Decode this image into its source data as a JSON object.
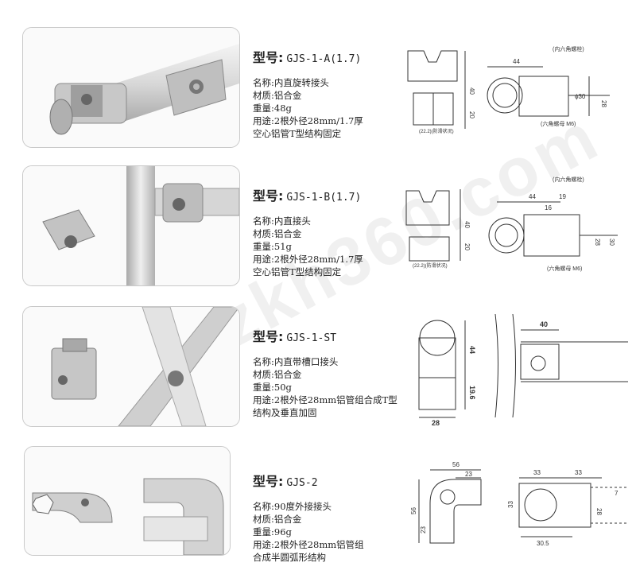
{
  "watermark": "zkh360.com",
  "products": [
    {
      "model_label": "型号:",
      "model": "GJS-1-A(1.7)",
      "name_key": "名称:",
      "name": "内直旋转接头",
      "material_key": "材质:",
      "material": "铝合金",
      "weight_key": "重量:",
      "weight": "48g",
      "usage_key": "用途:",
      "usage_line1": "2根外径28mm/1.7厚",
      "usage_line2": "空心铝管T型结构固定",
      "dims": {
        "d44": "44",
        "d40": "40",
        "d20": "20",
        "d30": "ϕ30",
        "d28": "28",
        "note_hex_bolt": "(内六角螺栓)",
        "note_nut": "(六角螺母 M6)",
        "note_anti": "(22.2)(防滑状况)"
      }
    },
    {
      "model_label": "型号:",
      "model": "GJS-1-B(1.7)",
      "name_key": "名称:",
      "name": "内直接头",
      "material_key": "材质:",
      "material": "铝合金",
      "weight_key": "重量:",
      "weight": "51g",
      "usage_key": "用途:",
      "usage_line1": "2根外径28mm/1.7厚",
      "usage_line2": "空心铝管T型结构固定",
      "dims": {
        "d44": "44",
        "d19": "19",
        "d16": "16",
        "d40": "40",
        "d20": "20",
        "d28": "28",
        "d30": "30",
        "note_hex_bolt": "(内六角螺栓)",
        "note_nut": "(六角螺母 M6)",
        "note_anti": "(22.2)(防滑状况)"
      }
    },
    {
      "model_label": "型号:",
      "model": "GJS-1-ST",
      "name_key": "名称:",
      "name": "内直带槽口接头",
      "material_key": "材质:",
      "material": "铝合金",
      "weight_key": "重量:",
      "weight": "50g",
      "usage_key": "用途:",
      "usage_line1": "2根外径28mm铝管组合成T型",
      "usage_line2": "结构及垂直加固",
      "dims": {
        "d44": "44",
        "d19_6": "19.6",
        "d28": "28",
        "d40": "40"
      }
    },
    {
      "model_label": "型号:",
      "model": "GJS-2",
      "name_key": "名称:",
      "name": "90度外接接头",
      "material_key": "材质:",
      "material": "铝合金",
      "weight_key": "重量:",
      "weight": "96g",
      "usage_key": "用途:",
      "usage_line1": "2根外径28mm铝管组",
      "usage_line2": "合成半圆弧形结构",
      "dims": {
        "d56": "56",
        "d23": "23",
        "d33": "33",
        "d28": "28",
        "d30_5": "30.5",
        "d7": "7"
      }
    }
  ]
}
